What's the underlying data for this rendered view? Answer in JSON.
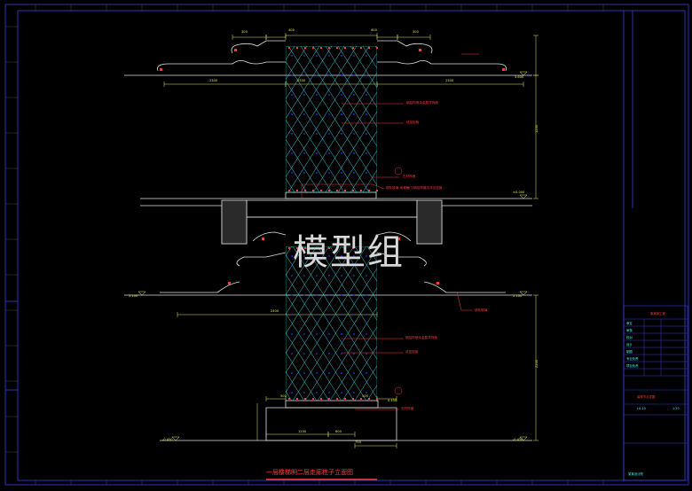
{
  "watermark": "模型组",
  "sheet_title": "一层楼梯明二层走廊柱子立面图",
  "dimensions": {
    "top_left": "300",
    "top_mid_left": "400",
    "top_mid_right": "400",
    "top_right": "300",
    "span_left": "2300",
    "span_center": "2500",
    "span_right": "2300",
    "lower_width": "2400",
    "base_left": "500",
    "base_right": "500",
    "base_1": "1200",
    "base_2": "600",
    "base_3": "750",
    "height_upper": "1200",
    "height_lower": "2200"
  },
  "elevations": {
    "top": "3.600",
    "mid": "±0.000",
    "upper_bot": "2.100",
    "lower_bot": "-0.450",
    "mid_label": "0.450"
  },
  "notes": {
    "upper_1": "钢结构喷涂金属漆饰面",
    "upper_2": "成品铝板",
    "upper_3": "石材饰面",
    "upper_4": "钢化玻璃 地弹簧门 钢结构做法详见结施",
    "lower_1": "钢结构喷涂金属漆饰面",
    "lower_2": "成品铝板",
    "lower_3": "石材饰面",
    "lower_4": "钢化玻璃"
  },
  "title_block": {
    "project": "某某某工程",
    "drawing_name": "装修节点详图",
    "sheet_no": "LA-10",
    "scale": "1:20",
    "rows": [
      "审定",
      "审核",
      "校对",
      "设计",
      "制图",
      "专业负责",
      "项目负责"
    ],
    "company": "某某设计院"
  },
  "colors": {
    "background": "#000000",
    "column_lines": "#3fd0e0",
    "column_fill": "#1a3fff",
    "dimension": "#e6e65a",
    "annotation": "#ff3b3b",
    "outline": "#e0e0e0",
    "frame": "#3a4aff"
  }
}
